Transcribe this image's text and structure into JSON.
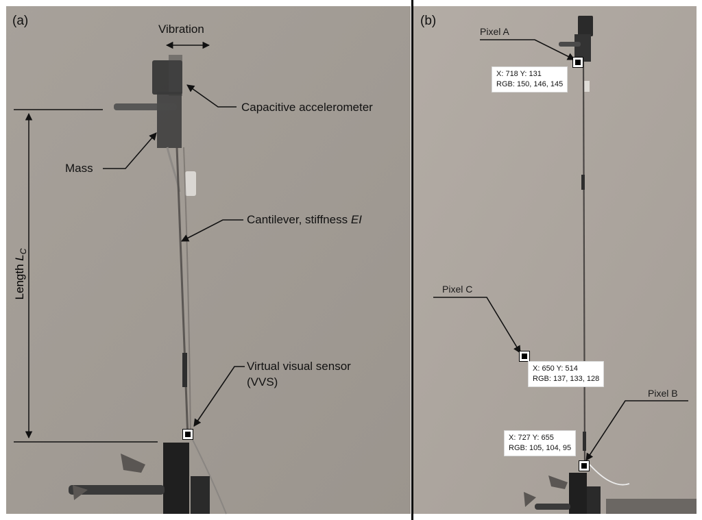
{
  "panel_a": {
    "letter": "(a)",
    "vibration": "Vibration",
    "capacitive_accelerometer": "Capacitive accelerometer",
    "mass": "Mass",
    "cantilever_prefix": "Cantilever, stiffness ",
    "cantilever_symbol": "EI",
    "length_word": "Length ",
    "length_symbol": "L",
    "length_subscript": "C",
    "vvs_line1": "Virtual visual sensor",
    "vvs_line2": "(VVS)"
  },
  "panel_b": {
    "letter": "(b)",
    "pixel_a": {
      "name": "Pixel A",
      "coords": "X: 718 Y: 131",
      "rgb": "RGB: 150, 146, 145"
    },
    "pixel_c": {
      "name": "Pixel C",
      "coords": "X: 650 Y: 514",
      "rgb": "RGB: 137, 133, 128"
    },
    "pixel_b": {
      "name": "Pixel B",
      "coords": "X: 727 Y: 655",
      "rgb": "RGB: 105, 104, 95"
    }
  },
  "colors": {
    "wall_left": "#a19b94",
    "wall_right": "#aca49d",
    "apparatus": "#2a2a2a",
    "divider": "#000000"
  }
}
